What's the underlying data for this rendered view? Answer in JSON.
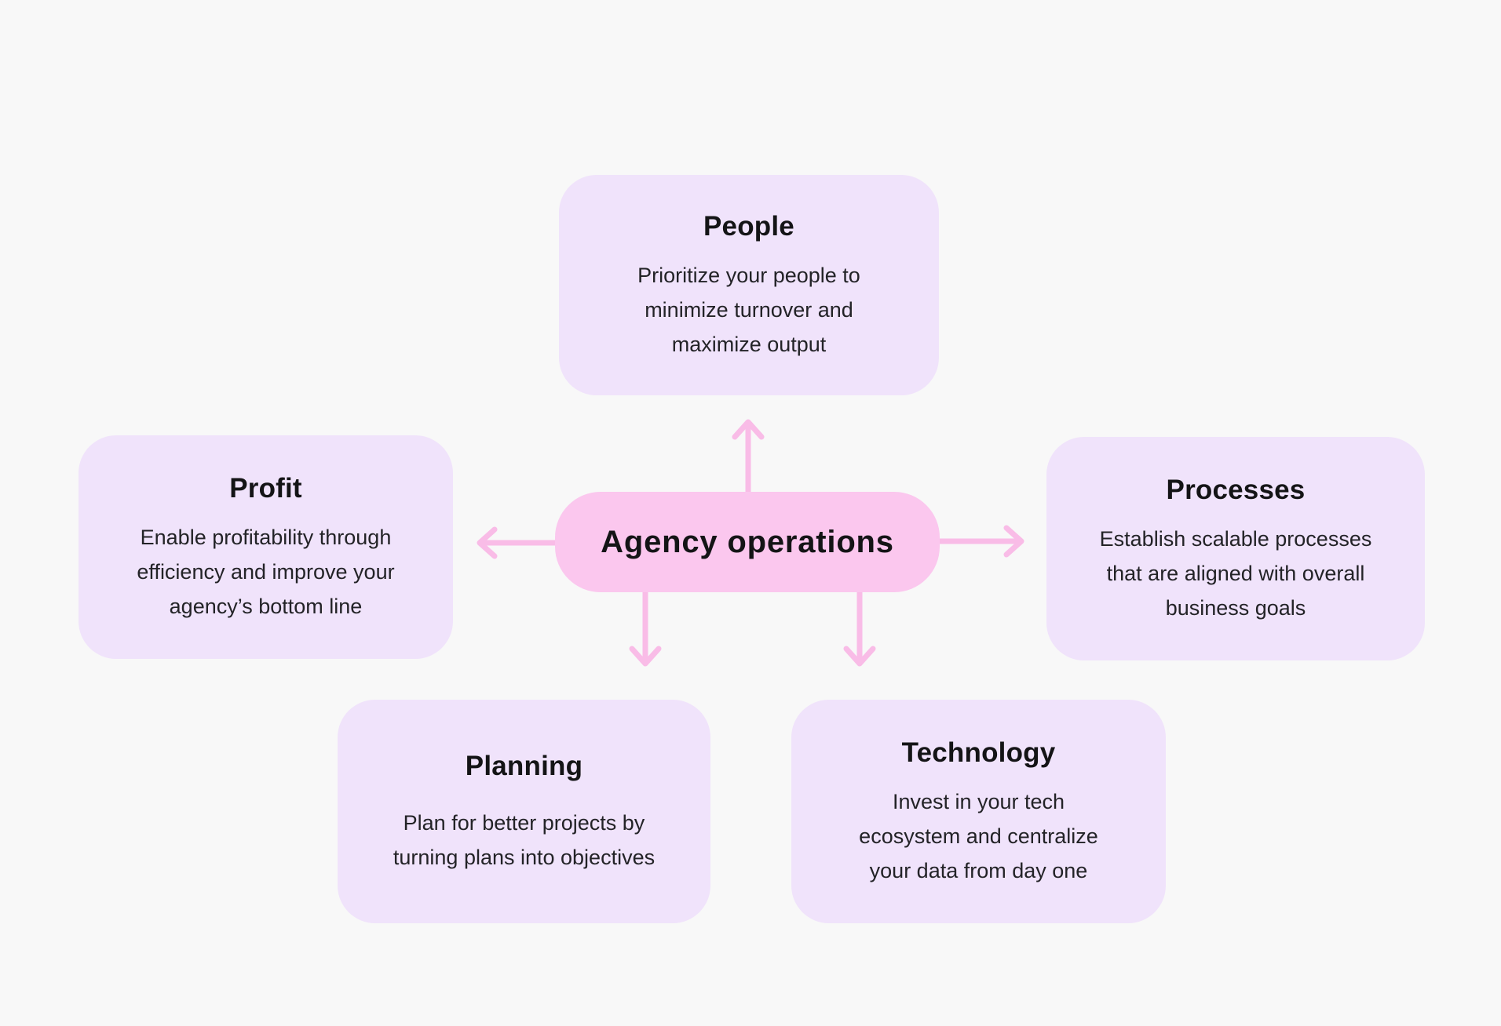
{
  "title": "Agency operations diagram",
  "colors": {
    "bg": "#f8f8f8",
    "node-bg": "#f0e3fb",
    "center-bg": "#fbc7ee",
    "arrow": "#f9bce7",
    "heading": "#141416",
    "body": "#232327"
  },
  "center": {
    "label": "Agency operations"
  },
  "nodes": [
    {
      "id": "people",
      "title": "People",
      "lines": [
        "Prioritize your people to",
        "minimize turnover and",
        "maximize output"
      ]
    },
    {
      "id": "profit",
      "title": "Profit",
      "lines": [
        "Enable profitability through",
        "efficiency and improve your",
        "agency’s bottom line"
      ]
    },
    {
      "id": "processes",
      "title": "Processes",
      "lines": [
        "Establish scalable processes",
        "that are aligned with overall",
        "business goals"
      ]
    },
    {
      "id": "planning",
      "title": "Planning",
      "lines": [
        "Plan for better projects by",
        "turning plans into objectives"
      ]
    },
    {
      "id": "technology",
      "title": "Technology",
      "lines": [
        "Invest in your tech",
        "ecosystem and centralize",
        "your data from day one"
      ]
    }
  ]
}
